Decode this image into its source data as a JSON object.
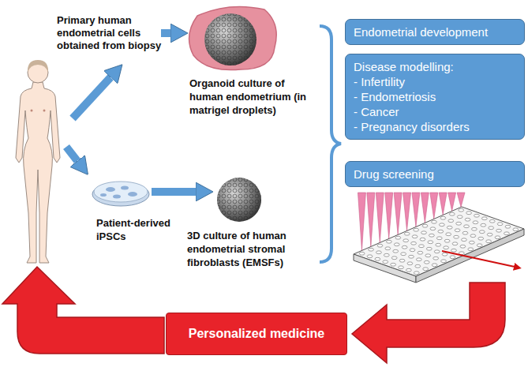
{
  "diagram": {
    "nodes": [
      {
        "text": [
          "Organoid culture of human endometrium (in matrigel droplets)"
        ]
      },
      {
        "text": [
          "Patient-derived iPSCs"
        ]
      },
      {
        "text": [
          "3D culture of human endometrial stromal fibroblasts (EMSFs)"
        ]
      },
      {
        "text": [
          "Endometrial development"
        ]
      },
      {
        "text": [
          "Disease modelling:",
          "- Infertility",
          "- Endometriosis",
          "- Cancer",
          "- Pregnancy disorders"
        ]
      },
      {
        "text": [
          "Drug screening"
        ]
      },
      {
        "text": [
          "Personalized medicine"
        ]
      }
    ],
    "edges": [
      {
        "from": 1,
        "to": 2,
        "arrow": "to"
      }
    ],
    "labels": [
      "Primary human endometrial cells obtained from biopsy"
    ]
  }
}
